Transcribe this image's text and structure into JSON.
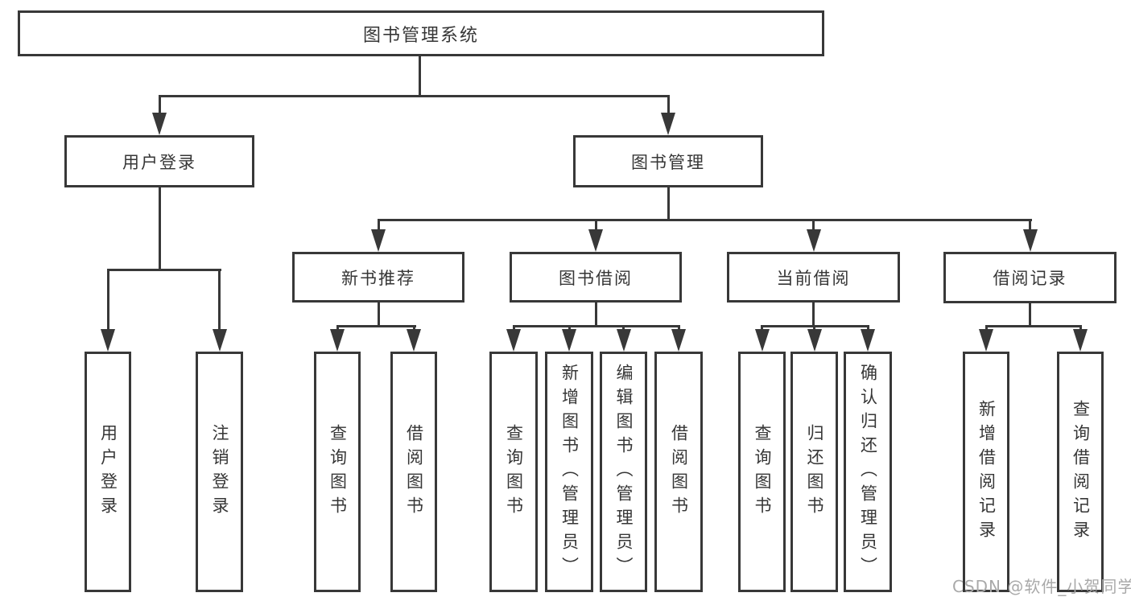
{
  "tree": {
    "root": "图书管理系统",
    "branches": [
      "用户登录",
      "图书管理"
    ],
    "modules": [
      "新书推荐",
      "图书借阅",
      "当前借阅",
      "借阅记录"
    ],
    "leaves": {
      "user_login": [
        "用户登录",
        "注销登录"
      ],
      "new_book": [
        "查询图书",
        "借阅图书"
      ],
      "book_borrow": [
        "查询图书",
        "新增图书（管理员）",
        "编辑图书（管理员）",
        "借阅图书"
      ],
      "current_borrow": [
        "查询图书",
        "归还图书",
        "确认归还（管理员）"
      ],
      "borrow_record": [
        "新增借阅记录",
        "查询借阅记录"
      ]
    }
  },
  "watermark": "CSDN @软件_小贺同学",
  "colors": {
    "line": "#383838",
    "text": "#363636",
    "watermark": "#a9a9a9",
    "background": "#ffffff"
  }
}
